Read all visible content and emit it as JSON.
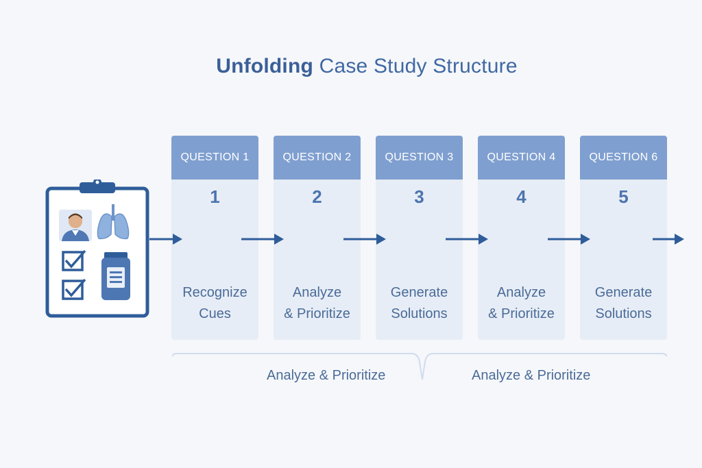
{
  "title": {
    "bold_part": "Unfolding",
    "rest": "Case Study Structure"
  },
  "clipboard": {
    "icons": [
      "patient-avatar-icon",
      "lungs-icon",
      "checkbox-icon",
      "checkbox-icon",
      "medication-bottle-icon"
    ]
  },
  "steps": [
    {
      "header": "QUESTION 1",
      "number": "1",
      "label_line1": "Recognize",
      "label_line2": "Cues"
    },
    {
      "header": "QUESTION 2",
      "number": "2",
      "label_line1": "Analyze",
      "label_line2": "& Prioritize"
    },
    {
      "header": "QUESTION 3",
      "number": "3",
      "label_line1": "Generate",
      "label_line2": "Solutions"
    },
    {
      "header": "QUESTION 4",
      "number": "4",
      "label_line1": "Analyze",
      "label_line2": "& Prioritize"
    },
    {
      "header": "QUESTION 6",
      "number": "5",
      "label_line1": "Generate",
      "label_line2": "Solutions"
    }
  ],
  "footer": {
    "left_label": "Analyze & Prioritize",
    "right_label": "Analyze & Prioritize"
  },
  "colors": {
    "title": "#3f68a3",
    "header": "#7f9fd0",
    "card": "#e7edf6",
    "arrow": "#2f5d9a",
    "clipboard": "#2f5d9a"
  }
}
